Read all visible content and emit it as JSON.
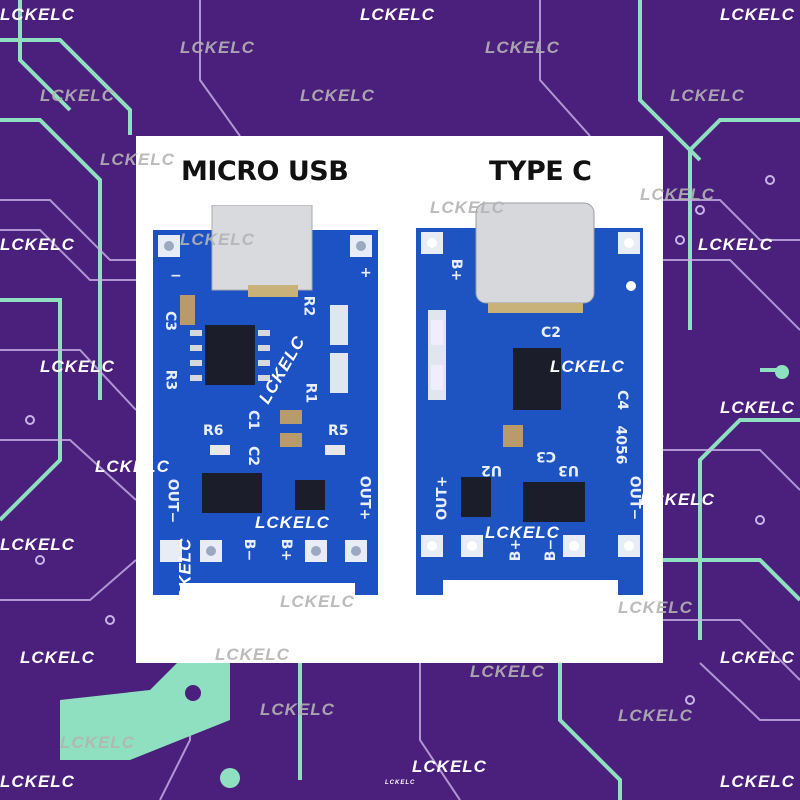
{
  "labels": {
    "left_title": "MICRO USB",
    "right_title": "TYPE C"
  },
  "watermark": "LCKELC",
  "small_watermark": "LCKELC",
  "micro_board": {
    "silkscreen": [
      "−",
      "+",
      "C3",
      "R2",
      "R3",
      "R1",
      "C1",
      "R6",
      "R5",
      "C2",
      "OUT−",
      "OUT+",
      "B−",
      "B+"
    ]
  },
  "typec_board": {
    "silkscreen": [
      "B+",
      "C2",
      "C3",
      "C4",
      "U2",
      "U3",
      "4056",
      "OUT+",
      "OUT−",
      "B+",
      "B−"
    ]
  },
  "colors": {
    "background": "#4b1f7c",
    "trace": "#8fe0c0",
    "board": "#1a4fbf",
    "panel": "#ffffff"
  }
}
